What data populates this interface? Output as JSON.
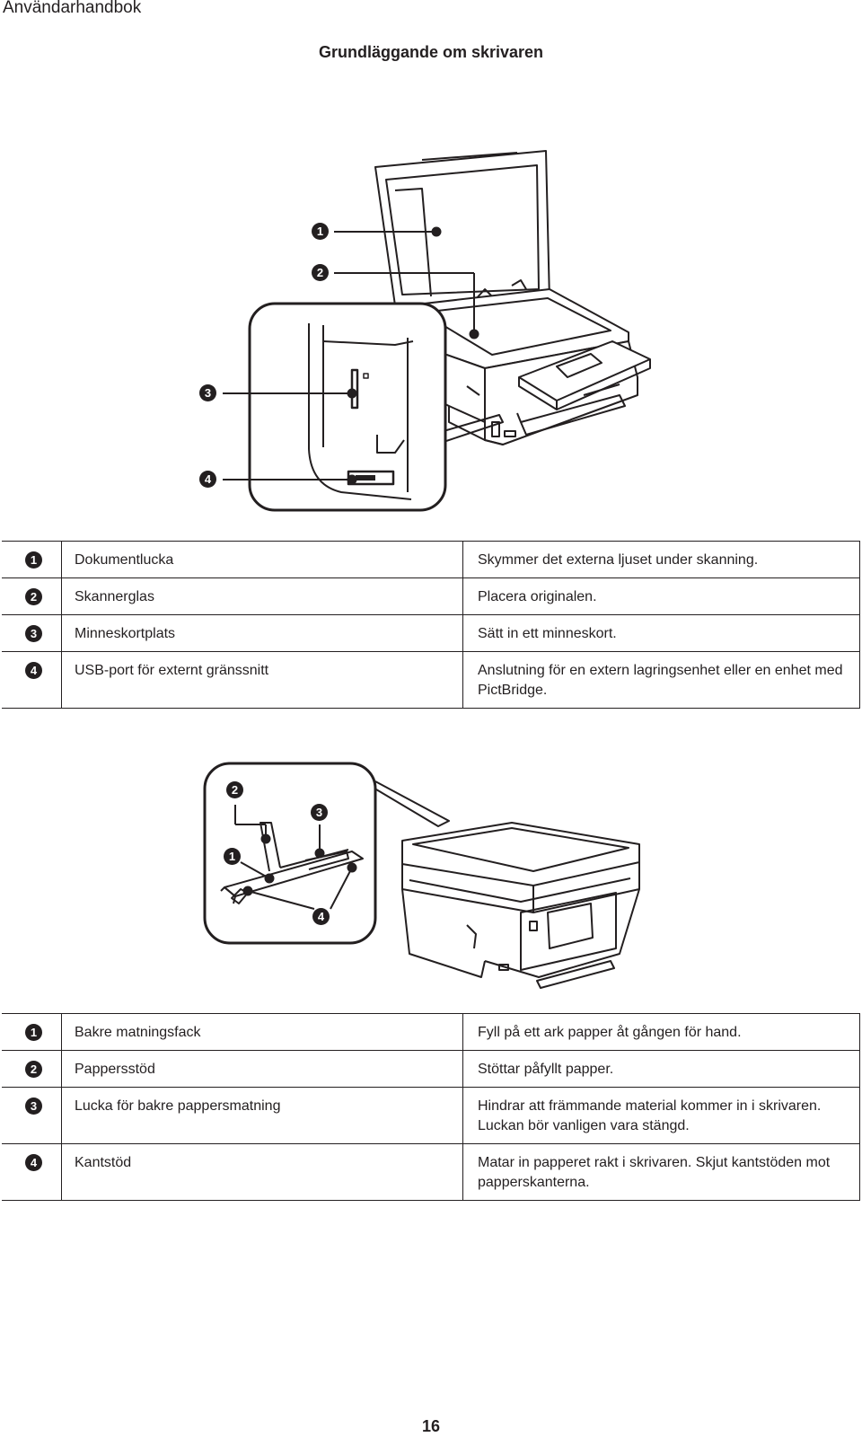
{
  "header": {
    "title": "Användarhandbok"
  },
  "section": {
    "title": "Grundläggande om skrivaren"
  },
  "figure1": {
    "callouts": [
      "1",
      "2",
      "3",
      "4"
    ]
  },
  "table1": {
    "rows": [
      {
        "num": "1",
        "name": "Dokumentlucka",
        "desc": "Skymmer det externa ljuset under skanning."
      },
      {
        "num": "2",
        "name": "Skannerglas",
        "desc": "Placera originalen."
      },
      {
        "num": "3",
        "name": "Minneskortplats",
        "desc": "Sätt in ett minneskort."
      },
      {
        "num": "4",
        "name": "USB-port för externt gränssnitt",
        "desc": "Anslutning för en extern lagringsenhet eller en enhet med PictBridge."
      }
    ]
  },
  "figure2": {
    "callouts": [
      "1",
      "2",
      "3",
      "4"
    ]
  },
  "table2": {
    "rows": [
      {
        "num": "1",
        "name": "Bakre matningsfack",
        "desc": "Fyll på ett ark papper åt gången för hand."
      },
      {
        "num": "2",
        "name": "Pappersstöd",
        "desc": "Stöttar påfyllt papper."
      },
      {
        "num": "3",
        "name": "Lucka för bakre pappersmatning",
        "desc": "Hindrar att främmande material kommer in i skrivaren. Luckan bör vanligen vara stängd."
      },
      {
        "num": "4",
        "name": "Kantstöd",
        "desc": "Matar in papperet rakt i skrivaren. Skjut kantstöden mot papperskanterna."
      }
    ]
  },
  "footer": {
    "page_number": "16"
  }
}
